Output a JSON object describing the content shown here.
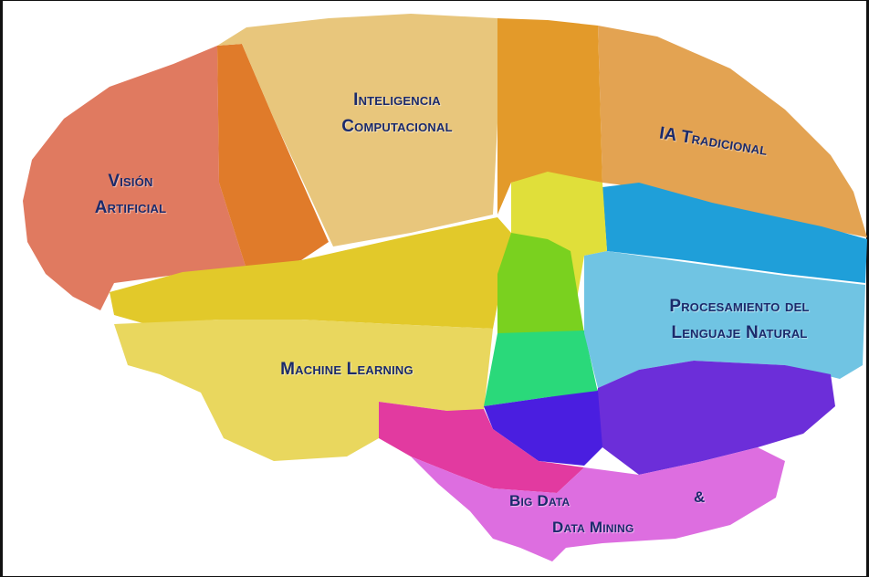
{
  "regions": {
    "vision": {
      "line1": "Visión",
      "line2": "Artificial"
    },
    "computational": {
      "line1": "Inteligencia",
      "line2": "Computacional"
    },
    "traditional": {
      "line1": "IA Tradicional"
    },
    "nlp": {
      "line1": "Procesamiento del",
      "line2": "Lenguaje Natural"
    },
    "ml": {
      "line1": "Machine Learning"
    },
    "bigdata": {
      "line1": "Big Data",
      "ampersand": "&",
      "line2": "Data Mining"
    }
  },
  "colors": {
    "vision": "#e07a60",
    "vision_orange": "#e07b2a",
    "computational": "#e8c67c",
    "orange_band": "#e39a2a",
    "traditional": "#e3a352",
    "yellow": "#e2c92a",
    "ml": "#e9d75e",
    "pale_yellow": "#e0df3a",
    "green": "#7ad11f",
    "teal_green": "#2ad97a",
    "blue": "#1f9fd9",
    "light_blue": "#70c4e3",
    "purple": "#6c2ed9",
    "indigo": "#4a1ee0",
    "magenta": "#e23aa0",
    "pink": "#dd6ee0",
    "text": "#1b2a6b"
  }
}
